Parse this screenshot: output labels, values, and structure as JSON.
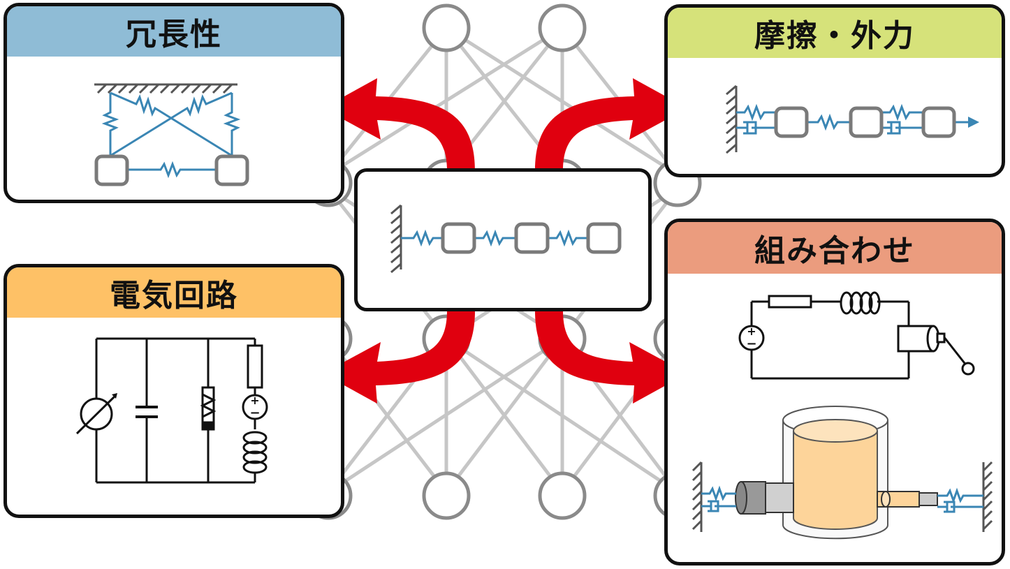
{
  "panels": {
    "redundancy": {
      "title": "冗長性",
      "header_color": "#8fbcd6"
    },
    "friction": {
      "title": "摩擦・外力",
      "header_color": "#d6e27a"
    },
    "circuit": {
      "title": "電気回路",
      "header_color": "#fec166"
    },
    "combination": {
      "title": "組み合わせ",
      "header_color": "#eb9c7e"
    }
  },
  "colors": {
    "spring": "#3a86b4",
    "mass_stroke": "#7a7a7a",
    "arrow": "#e0000f",
    "network": "#c4c4c4",
    "node": "#8a8a8a",
    "cylinder_fill": "#fdd49a"
  },
  "icons": [
    "spring-icon",
    "damper-icon",
    "mass-block-icon",
    "fixed-wall-icon",
    "voltage-source-icon",
    "capacitor-icon",
    "coil-icon",
    "motor-icon",
    "pendulum-icon",
    "arrow-icon"
  ]
}
